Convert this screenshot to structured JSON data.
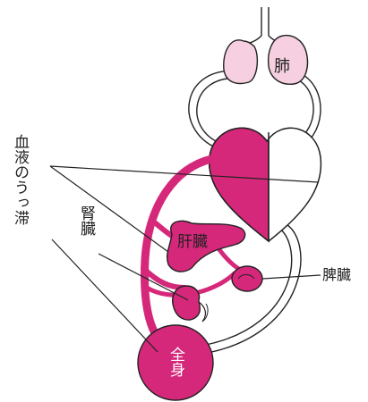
{
  "labels": {
    "lungs": "肺",
    "liver": "肝臓",
    "spleen": "脾臓",
    "kidney": "腎臓",
    "body": "全身",
    "blood_stasis": "血液のうっ滞"
  },
  "colors": {
    "organ_fill": "#d6287a",
    "lung_fill": "#f6cfe0",
    "outline": "#222222",
    "vessel": "#d6287a",
    "background": "#ffffff"
  }
}
